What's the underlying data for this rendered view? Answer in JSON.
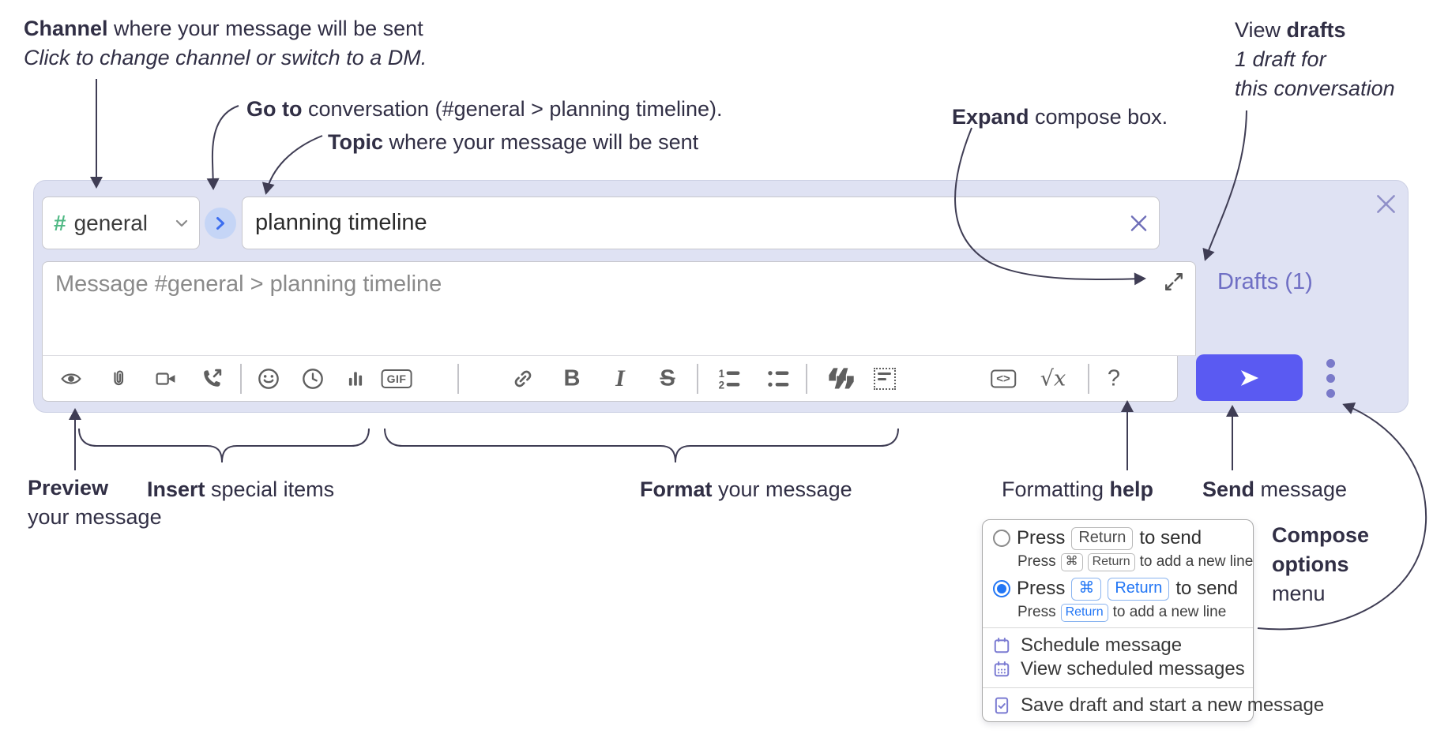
{
  "colors": {
    "compose_background": "#dfe2f3",
    "send_button": "#5a5af2",
    "drafts_link": "#6f6fc4",
    "channel_hash_green": "#51b985",
    "goto_circle": "#c5d5f6",
    "goto_chevron_blue": "#3c6ef0",
    "annotation_text": "#312f45",
    "toolbar_icon": "#5f5f5f",
    "popup_accent_blue": "#2276f5",
    "menu_icon_purple": "#7b7bd2"
  },
  "annotations": {
    "channel_line1_bold": "Channel",
    "channel_line1_rest": " where your message will be sent",
    "channel_line2": "Click to change channel or switch to a DM.",
    "goto_bold": "Go to",
    "goto_rest": " conversation (#general > planning timeline).",
    "topic_bold": "Topic",
    "topic_rest": " where your message will be sent",
    "expand_bold": "Expand",
    "expand_rest": " compose box.",
    "drafts_pre": "View ",
    "drafts_bold": "drafts",
    "drafts_line2": "1 draft for",
    "drafts_line3": "this conversation",
    "preview_bold": "Preview",
    "preview_line2": "your message",
    "insert_bold": "Insert",
    "insert_rest": " special items",
    "format_bold": "Format",
    "format_rest": " your message",
    "help_pre": "Formatting ",
    "help_bold": "help",
    "send_bold": "Send",
    "send_rest": " message",
    "compose_opts_line1": "Compose",
    "compose_opts_line2": "options",
    "compose_opts_line3": "menu"
  },
  "compose": {
    "channel_hash": "#",
    "channel_name": "general",
    "topic_value": "planning timeline",
    "message_placeholder": "Message #general > planning timeline",
    "drafts_link": "Drafts (1)",
    "toolbar": {
      "bold": "B",
      "italic": "I",
      "strike": "S",
      "gif": "GIF",
      "quote_open": "“",
      "quote_close": "”",
      "ol_1": "1",
      "ol_2": "2",
      "code": "<>",
      "math": "√x",
      "help": "?"
    }
  },
  "options_menu": {
    "opt1": {
      "press": "Press",
      "key": "Return",
      "suffix": "to send",
      "selected": false,
      "sub_press": "Press",
      "sub_key1": "⌘",
      "sub_key2": "Return",
      "sub_suffix": "to add a new line"
    },
    "opt2": {
      "press": "Press",
      "key1": "⌘",
      "key2": "Return",
      "suffix": "to send",
      "selected": true,
      "sub_press": "Press",
      "sub_key": "Return",
      "sub_suffix": "to add a new line"
    },
    "items": {
      "schedule": "Schedule message",
      "view_scheduled": "View scheduled messages",
      "save_draft": "Save draft and start a new message"
    }
  }
}
